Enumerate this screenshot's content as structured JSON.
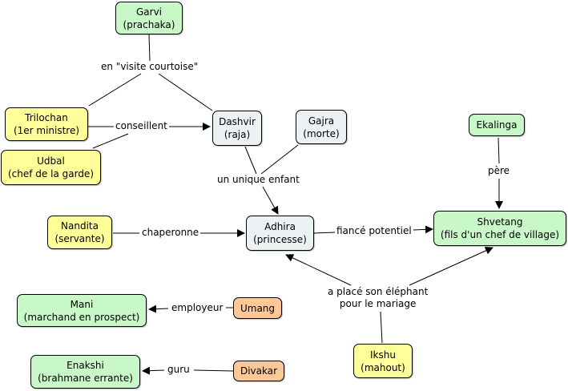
{
  "colors": {
    "person_green": "#c8f7c8",
    "person_yellow": "#ffff99",
    "royal_blue": "#ecf2f4",
    "secondary_orange": "#fcc898",
    "line": "#000000"
  },
  "nodes": {
    "garvi": {
      "name": "Garvi",
      "role": "(prachaka)"
    },
    "trilochan": {
      "name": "Trilochan",
      "role": "(1er ministre)"
    },
    "udbal": {
      "name": "Udbal",
      "role": "(chef de la garde)"
    },
    "dashvir": {
      "name": "Dashvir",
      "role": "(raja)"
    },
    "gajra": {
      "name": "Gajra",
      "role": "(morte)"
    },
    "ekalinga": {
      "name": "Ekalinga",
      "role": ""
    },
    "nandita": {
      "name": "Nandita",
      "role": "(servante)"
    },
    "adhira": {
      "name": "Adhira",
      "role": "(princesse)"
    },
    "shvetang": {
      "name": "Shvetang",
      "role": "(fils d'un chef de village)"
    },
    "mani": {
      "name": "Mani",
      "role": "(marchand en prospect)"
    },
    "umang": {
      "name": "Umang",
      "role": ""
    },
    "enakshi": {
      "name": "Enakshi",
      "role": "(brahmane errante)"
    },
    "divakar": {
      "name": "Divakar",
      "role": ""
    },
    "ikshu": {
      "name": "Ikshu",
      "role": "(mahout)"
    }
  },
  "links": {
    "visite": {
      "label": "en \"visite courtoise\"",
      "from": [
        "garvi"
      ],
      "to": [
        "trilochan",
        "dashvir"
      ]
    },
    "conseil": {
      "label": "conseillent",
      "from": [
        "trilochan",
        "udbal"
      ],
      "to": [
        "dashvir"
      ]
    },
    "enfant": {
      "label": "un unique enfant",
      "from": [
        "dashvir",
        "gajra"
      ],
      "to": [
        "adhira"
      ]
    },
    "pere": {
      "label": "père",
      "from": [
        "ekalinga"
      ],
      "to": [
        "shvetang"
      ]
    },
    "chaperonne": {
      "label": "chaperonne",
      "from": [
        "nandita"
      ],
      "to": [
        "adhira"
      ]
    },
    "fiance": {
      "label": "fiancé potentiel",
      "from": [
        "adhira"
      ],
      "to": [
        "shvetang"
      ]
    },
    "elephant": {
      "label_line1": "a placé son éléphant",
      "label_line2": "pour le mariage",
      "from": [
        "ikshu"
      ],
      "to": [
        "adhira",
        "shvetang"
      ]
    },
    "employeur": {
      "label": "employeur",
      "from": [
        "umang"
      ],
      "to": [
        "mani"
      ]
    },
    "guru": {
      "label": "guru",
      "from": [
        "divakar"
      ],
      "to": [
        "enakshi"
      ]
    }
  }
}
